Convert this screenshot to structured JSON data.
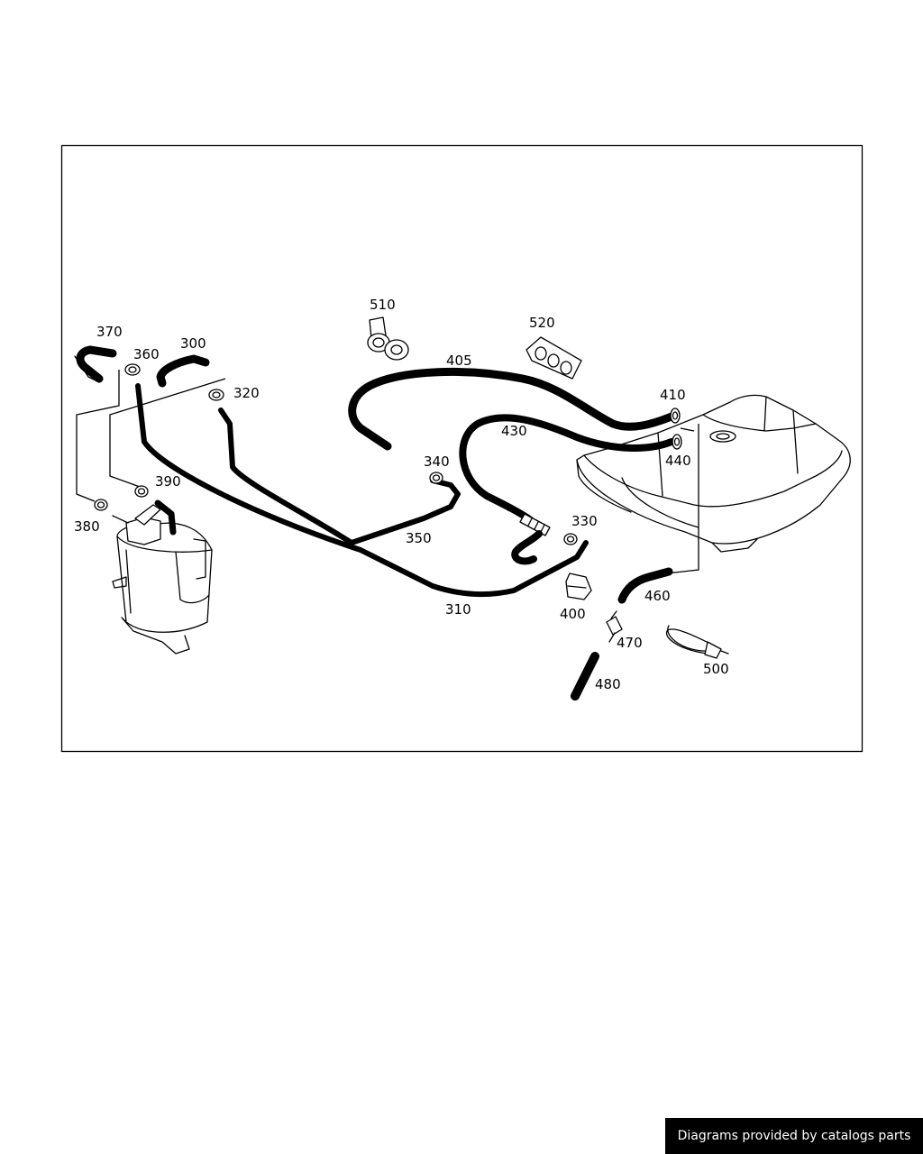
{
  "footer": {
    "credit": "Diagrams provided by catalogs parts"
  },
  "labels": {
    "p300": "300",
    "p310": "310",
    "p320": "320",
    "p330": "330",
    "p340": "340",
    "p350": "350",
    "p360": "360",
    "p370": "370",
    "p380": "380",
    "p390": "390",
    "p400": "400",
    "p405": "405",
    "p410": "410",
    "p430": "430",
    "p440": "440",
    "p460": "460",
    "p470": "470",
    "p480": "480",
    "p500": "500",
    "p510": "510",
    "p520": "520"
  },
  "colors": {
    "ink": "#000000",
    "paper": "#ffffff",
    "footer_bg": "#000000",
    "footer_text": "#ffffff"
  }
}
